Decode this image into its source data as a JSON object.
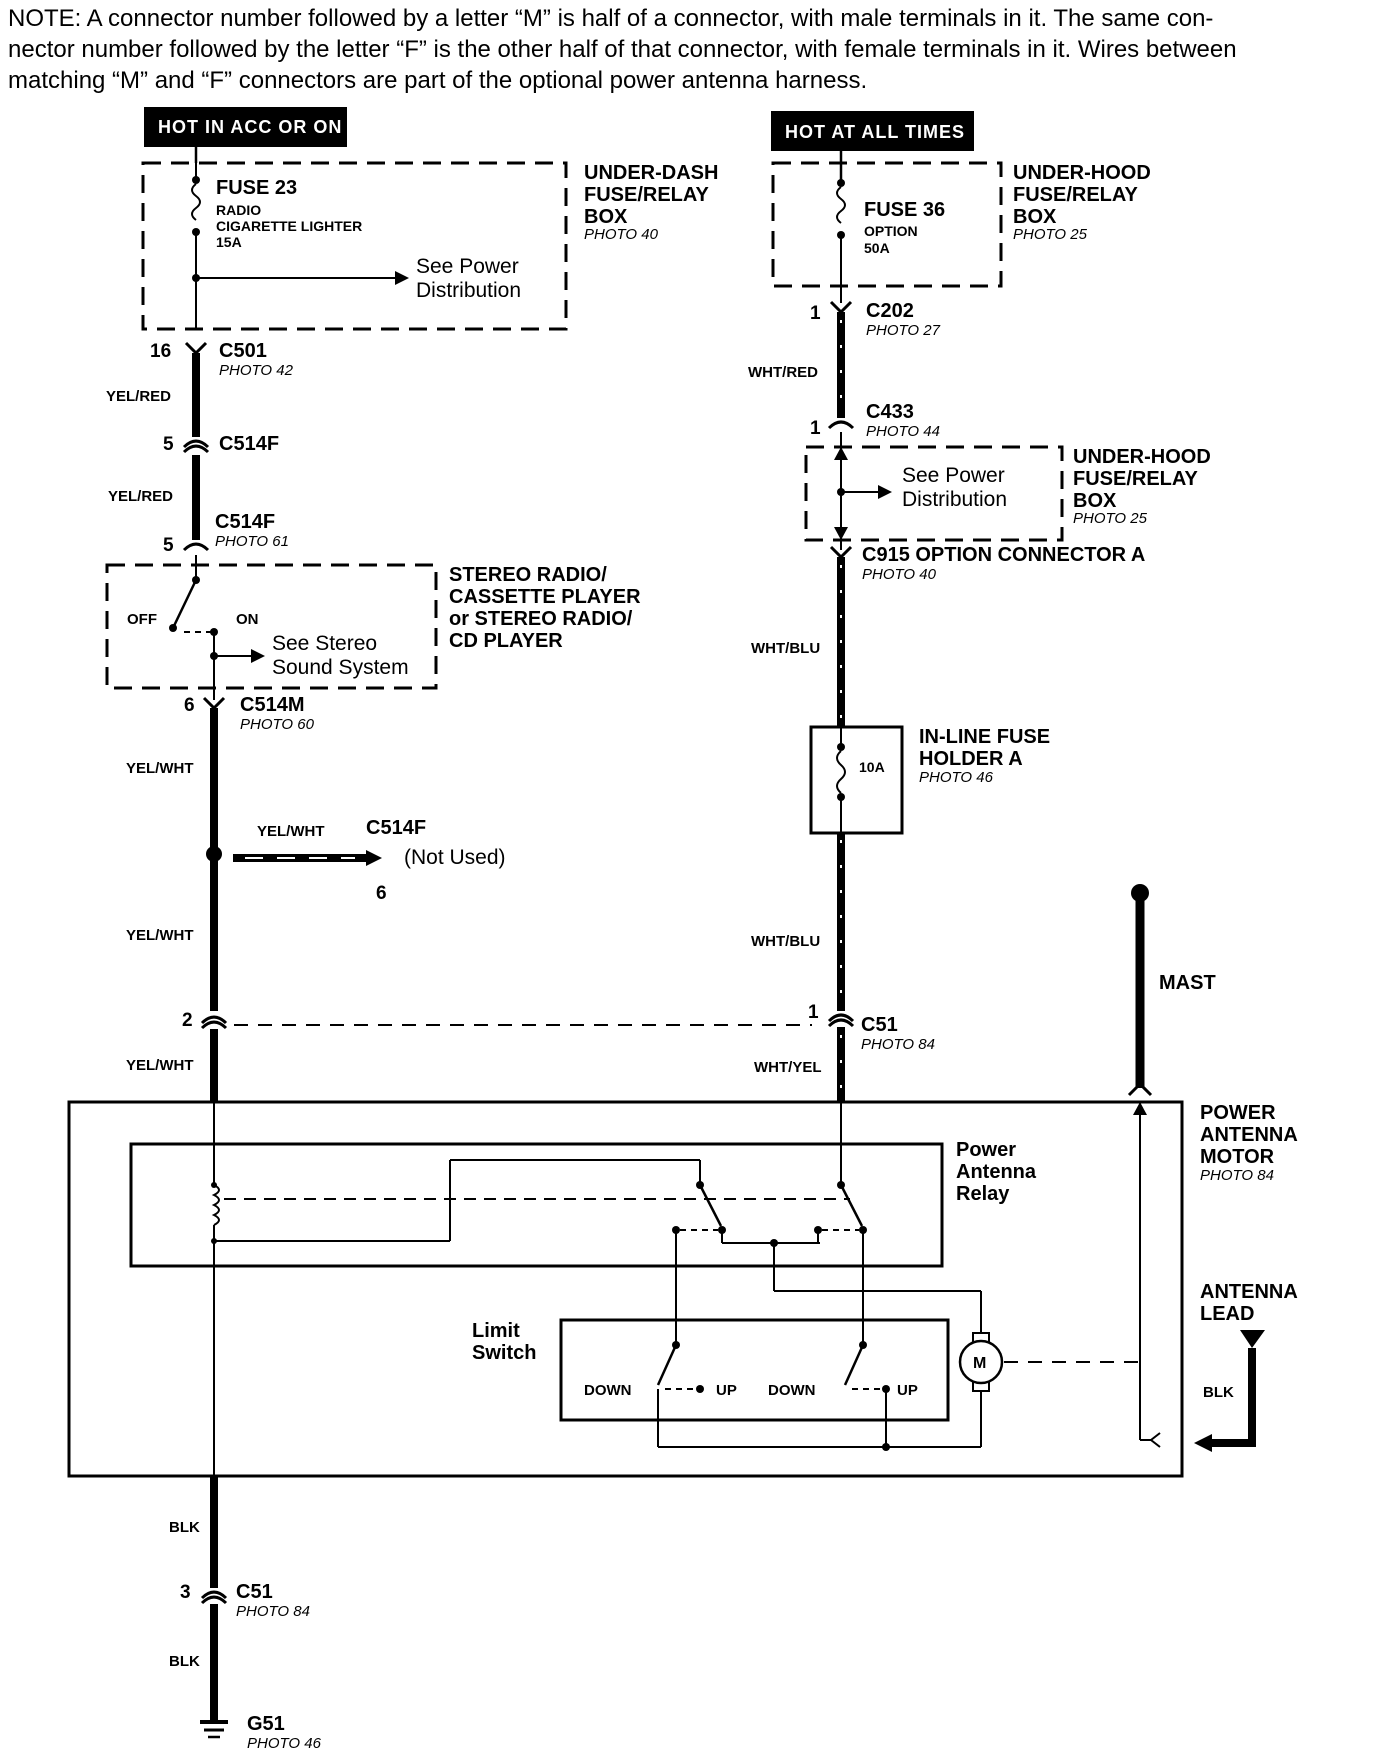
{
  "note": {
    "line1": "NOTE:  A connector number followed by a letter “M” is half of a connector, with male terminals in it. The same con-",
    "line2": "nector number followed by the letter “F” is the other half of that connector, with female terminals in it. Wires between",
    "line3": "matching “M” and “F” connectors are part of the optional power antenna harness."
  },
  "headers": {
    "left": "HOT IN ACC OR ON",
    "right": "HOT AT ALL TIMES"
  },
  "left_circuit": {
    "fuse_box": {
      "title1": "UNDER-DASH",
      "title2": "FUSE/RELAY",
      "title3": "BOX",
      "photo": "PHOTO 40"
    },
    "fuse": {
      "name": "FUSE 23",
      "desc1": "RADIO",
      "desc2": "CIGARETTE LIGHTER",
      "rating": "15A"
    },
    "see_power": {
      "line1": "See Power",
      "line2": "Distribution"
    },
    "c501": {
      "pin": "16",
      "name": "C501",
      "photo": "PHOTO 42"
    },
    "wire1": "YEL/RED",
    "c514f_a": {
      "pin": "5",
      "name": "C514F"
    },
    "wire2": "YEL/RED",
    "c514f_b": {
      "pin": "5",
      "name": "C514F",
      "photo": "PHOTO 61"
    },
    "stereo": {
      "line1": "STEREO RADIO/",
      "line2": "CASSETTE PLAYER",
      "line3": "or STEREO RADIO/",
      "line4": "CD PLAYER",
      "off": "OFF",
      "on": "ON",
      "see1": "See Stereo",
      "see2": "Sound System"
    },
    "c514m": {
      "pin": "6",
      "name": "C514M",
      "photo": "PHOTO 60"
    },
    "wire3": "YEL/WHT",
    "branch": {
      "wire": "YEL/WHT",
      "name": "C514F",
      "status": "(Not Used)",
      "pin": "6"
    },
    "wire4": "YEL/WHT",
    "c51_pin": "2",
    "wire5": "YEL/WHT",
    "wire6": "BLK",
    "c51_lower": {
      "pin": "3",
      "name": "C51",
      "photo": "PHOTO 84"
    },
    "wire7": "BLK",
    "ground": {
      "name": "G51",
      "photo": "PHOTO 46"
    }
  },
  "right_circuit": {
    "fuse_box": {
      "title1": "UNDER-HOOD",
      "title2": "FUSE/RELAY",
      "title3": "BOX",
      "photo": "PHOTO 25"
    },
    "fuse": {
      "name": "FUSE 36",
      "desc": "OPTION",
      "rating": "50A"
    },
    "c202": {
      "pin": "1",
      "name": "C202",
      "photo": "PHOTO 27"
    },
    "wire1": "WHT/RED",
    "c433": {
      "pin": "1",
      "name": "C433",
      "photo": "PHOTO 44"
    },
    "fuse_box2": {
      "title1": "UNDER-HOOD",
      "title2": "FUSE/RELAY",
      "title3": "BOX",
      "photo": "PHOTO 25",
      "see1": "See Power",
      "see2": "Distribution"
    },
    "c915": {
      "name": "C915 OPTION CONNECTOR A",
      "photo": "PHOTO 40"
    },
    "wire2": "WHT/BLU",
    "inline_fuse": {
      "rating": "10A",
      "title1": "IN-LINE FUSE",
      "title2": "HOLDER A",
      "photo": "PHOTO 46"
    },
    "wire3": "WHT/BLU",
    "c51": {
      "pin": "1",
      "name": "C51",
      "photo": "PHOTO 84"
    },
    "wire4": "WHT/YEL"
  },
  "motor": {
    "title1": "POWER",
    "title2": "ANTENNA",
    "title3": "MOTOR",
    "photo": "PHOTO 84",
    "relay1": "Power",
    "relay2": "Antenna",
    "relay3": "Relay",
    "limit1": "Limit",
    "limit2": "Switch",
    "down1": "DOWN",
    "up1": "UP",
    "down2": "DOWN",
    "up2": "UP",
    "m": "M"
  },
  "mast": "MAST",
  "antenna_lead": {
    "line1": "ANTENNA",
    "line2": "LEAD",
    "wire": "BLK"
  }
}
